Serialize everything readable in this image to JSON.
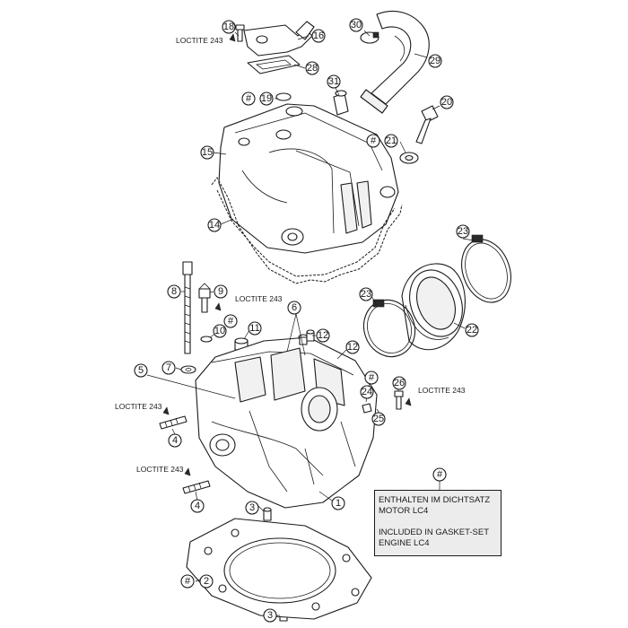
{
  "callouts": {
    "c1": "1",
    "c2": "2",
    "c3a": "3",
    "c3b": "3",
    "c4a": "4",
    "c4b": "4",
    "c5": "5",
    "c6": "6",
    "c7": "7",
    "c8": "8",
    "c9": "9",
    "c10": "10",
    "c11": "11",
    "c12a": "12",
    "c12b": "12",
    "c14": "14",
    "c15": "15",
    "c16": "16",
    "c18": "18",
    "c19": "19",
    "c20": "20",
    "c21": "21",
    "c22": "22",
    "c23a": "23",
    "c23b": "23",
    "c24": "24",
    "c25": "25",
    "c26": "26",
    "c28": "28",
    "c29": "29",
    "c30": "30",
    "c31": "31",
    "hash": "#"
  },
  "loctite_label": "LOCTITE 243",
  "note": {
    "line1": "ENTHALTEN IM DICHTSATZ",
    "line2": "MOTOR LC4",
    "line3": "INCLUDED IN GASKET-SET",
    "line4": "ENGINE LC4"
  }
}
